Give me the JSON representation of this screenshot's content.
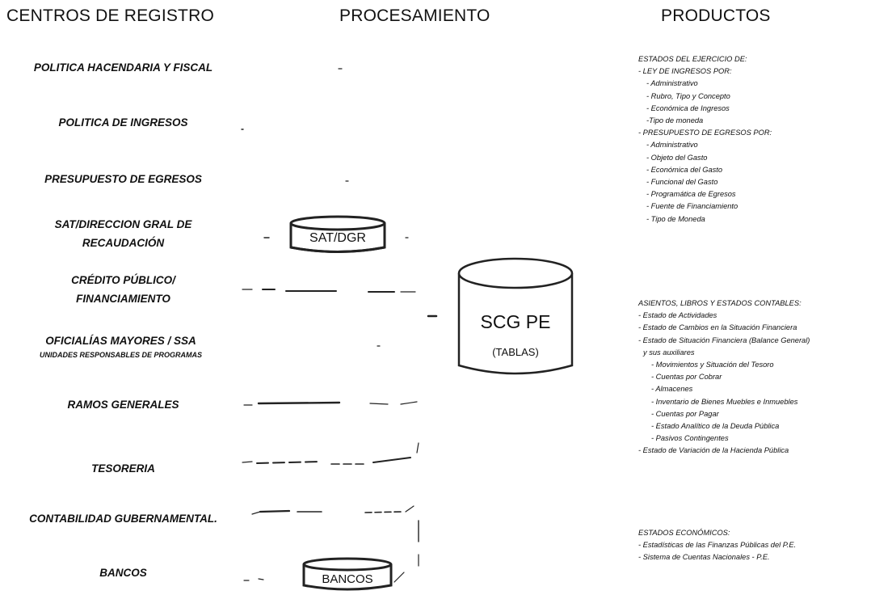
{
  "headers": {
    "registro": "CENTROS DE REGISTRO",
    "procesamiento": "PROCESAMIENTO",
    "productos": "PRODUCTOS"
  },
  "sources": [
    {
      "line1": "POLITICA HACENDARIA Y FISCAL"
    },
    {
      "line1": "POLITICA DE  INGRESOS"
    },
    {
      "line1": "PRESUPUESTO  DE EGRESOS"
    },
    {
      "line1": "SAT/DIRECCION GRAL DE",
      "line2": "RECAUDACIÓN"
    },
    {
      "line1": "CRÉDITO PÚBLICO/",
      "line2": "FINANCIAMIENTO"
    },
    {
      "line1": "OFICIALÍAS MAYORES / SSA",
      "sub": "UNIDADES RESPONSABLES DE PROGRAMAS"
    },
    {
      "line1": "RAMOS GENERALES"
    },
    {
      "line1": "TESORERIA"
    },
    {
      "line1": "CONTABILIDAD GUBERNAMENTAL."
    },
    {
      "line1": "BANCOS"
    }
  ],
  "cylinders": {
    "sat": "SAT/DGR",
    "bancos": "BANCOS",
    "central_title": "SCG  PE",
    "central_sub": "(TABLAS)"
  },
  "products": {
    "estados_ejercicio": {
      "title": "ESTADOS DEL EJERCICIO DE:",
      "ley_title": "- LEY DE INGRESOS POR:",
      "ley_items": [
        "- Administrativo",
        "- Rubro, Tipo y Concepto",
        "- Económica de Ingresos",
        "-Tipo de moneda"
      ],
      "pres_title": "- PRESUPUESTO DE EGRESOS POR:",
      "pres_items": [
        "- Administrativo",
        "- Objeto del Gasto",
        "- Económica del Gasto",
        "- Funcional del Gasto",
        "- Programática de Egresos",
        "- Fuente de Financiamiento",
        "- Tipo de Moneda"
      ]
    },
    "asientos": {
      "title": "ASIENTOS, LIBROS Y ESTADOS CONTABLES:",
      "items": [
        "- Estado de Actividades",
        "- Estado de Cambios en la Situación Financiera",
        "- Estado de Situación Financiera (Balance General)",
        "y sus auxiliares"
      ],
      "sub_items": [
        "- Movimientos y Situación del Tesoro",
        "- Cuentas por Cobrar",
        "- Almacenes",
        "- Inventario de Bienes Muebles e Inmuebles",
        "- Cuentas por Pagar",
        "- Estado Analítico de la Deuda Pública",
        "- Pasivos Contingentes"
      ],
      "last": "- Estado de Variación de la Hacienda Pública"
    },
    "economicos": {
      "title": "ESTADOS ECONÓMICOS:",
      "items": [
        "- Estadísticas de las Finanzas Públicas del P.E.",
        "- Sistema de Cuentas Nacionales -  P.E."
      ]
    }
  }
}
